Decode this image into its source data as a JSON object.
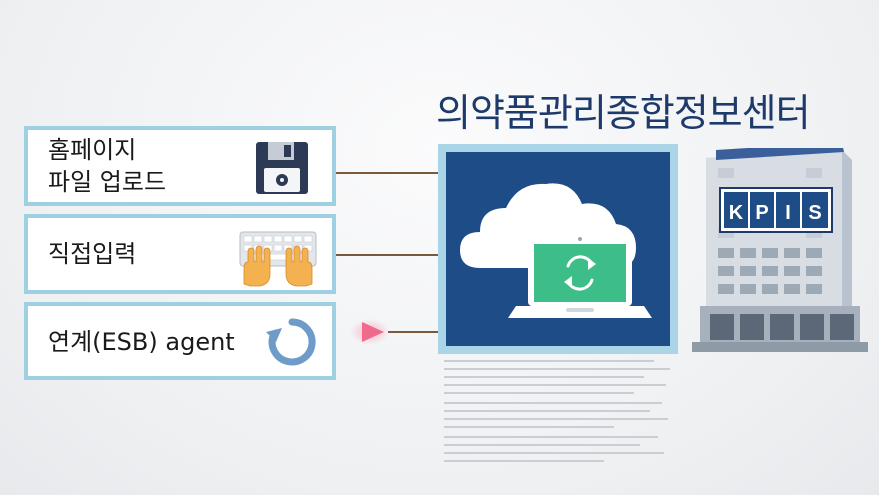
{
  "title": "의약품관리종합정보센터",
  "inputs": [
    {
      "label_line1": "홈페이지",
      "label_line2": "파일 업로드",
      "icon": "floppy-disk-icon"
    },
    {
      "label": "직접입력",
      "icon": "keyboard-typing-icon"
    },
    {
      "label": "연계(ESB) agent",
      "icon": "sync-arrow-icon"
    }
  ],
  "center": {
    "icon": "cloud-laptop-sync-icon"
  },
  "building": {
    "sign": [
      "K",
      "P",
      "I",
      "S"
    ],
    "icon": "office-building-icon"
  },
  "colors": {
    "title": "#1d3a6b",
    "box_border": "#9fd0e1",
    "panel": "#1e4c86",
    "panel_border": "#a9d5e6",
    "laptop_screen": "#3dbd87",
    "connector": "#7a5a3a",
    "arrow": "#f06a8c"
  }
}
